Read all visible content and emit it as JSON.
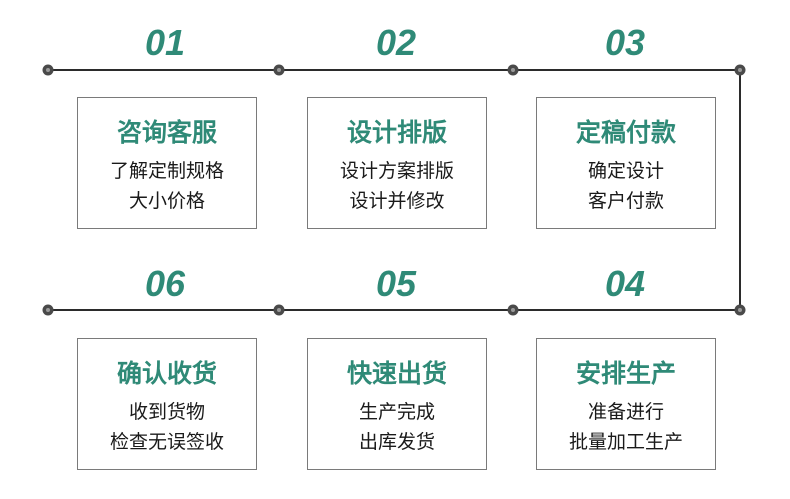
{
  "colors": {
    "accent": "#2f8a77",
    "line": "#2b2b2b",
    "dot": "#4a4a4a",
    "text": "#1a1a1a"
  },
  "steps": [
    {
      "number": "01",
      "title": "咨询客服",
      "line1": "了解定制规格",
      "line2": "大小价格"
    },
    {
      "number": "02",
      "title": "设计排版",
      "line1": "设计方案排版",
      "line2": "设计并修改"
    },
    {
      "number": "03",
      "title": "定稿付款",
      "line1": "确定设计",
      "line2": "客户付款"
    },
    {
      "number": "04",
      "title": "安排生产",
      "line1": "准备进行",
      "line2": "批量加工生产"
    },
    {
      "number": "05",
      "title": "快速出货",
      "line1": "生产完成",
      "line2": "出库发货"
    },
    {
      "number": "06",
      "title": "确认收货",
      "line1": "收到货物",
      "line2": "检查无误签收"
    }
  ]
}
